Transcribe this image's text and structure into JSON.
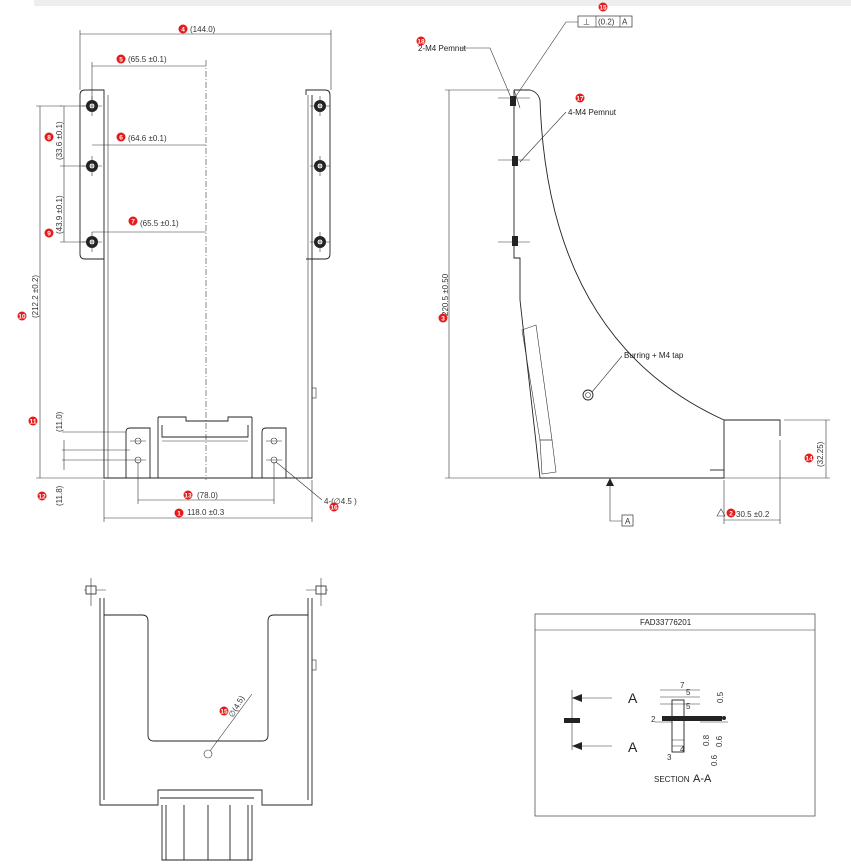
{
  "front_view": {
    "dims": {
      "width_overall": "(144.0)",
      "d5": "(65.5  ±0.1)",
      "d6": "(64.6  ±0.1)",
      "d7": "(65.5  ±0.1)",
      "d8": "(33.6  ±0.1)",
      "d9": "(43.9  ±0.1)",
      "d10": "(212.2  ±0.2)",
      "d11": "(11.0)",
      "d12": "(11.8)",
      "d13": "(78.0)",
      "d1": "118.0  ±0.3",
      "holes": "4-(∅4.5 )"
    },
    "balloons": {
      "b1": "1",
      "b4": "4",
      "b5": "5",
      "b6": "6",
      "b7": "7",
      "b8": "8",
      "b9": "9",
      "b10": "10",
      "b11": "11",
      "b12": "12",
      "b13": "13",
      "b16": "16"
    }
  },
  "side_view": {
    "tolerance_frame": {
      "symbol": "⊥",
      "value": "(0.2)",
      "datum": "A"
    },
    "notes": {
      "pemnut2": "2-M4 Pemnut",
      "pemnut4": "4-M4 Pemnut",
      "burring": "Burring + M4 tap"
    },
    "dims": {
      "height": "220.5  ±0.50",
      "d14": "(32.25)",
      "d2": "30.5  ±0.2"
    },
    "datum_label": "A",
    "balloons": {
      "b2": "2",
      "b3": "3",
      "b14": "14",
      "b15": "15",
      "b17": "17",
      "b18": "18"
    }
  },
  "bottom_view": {
    "hole_label": "∅(4.5)",
    "balloons": {
      "b15": "15"
    }
  },
  "section_panel": {
    "title": "FAD33776201",
    "arrow_labels": [
      "A",
      "A"
    ],
    "section_label": "SECTION",
    "section_name": "A-A",
    "dims": [
      "7",
      "5",
      "5",
      "0.5",
      "2",
      "0.8",
      "0.6",
      "0.6",
      "4",
      "3"
    ]
  }
}
